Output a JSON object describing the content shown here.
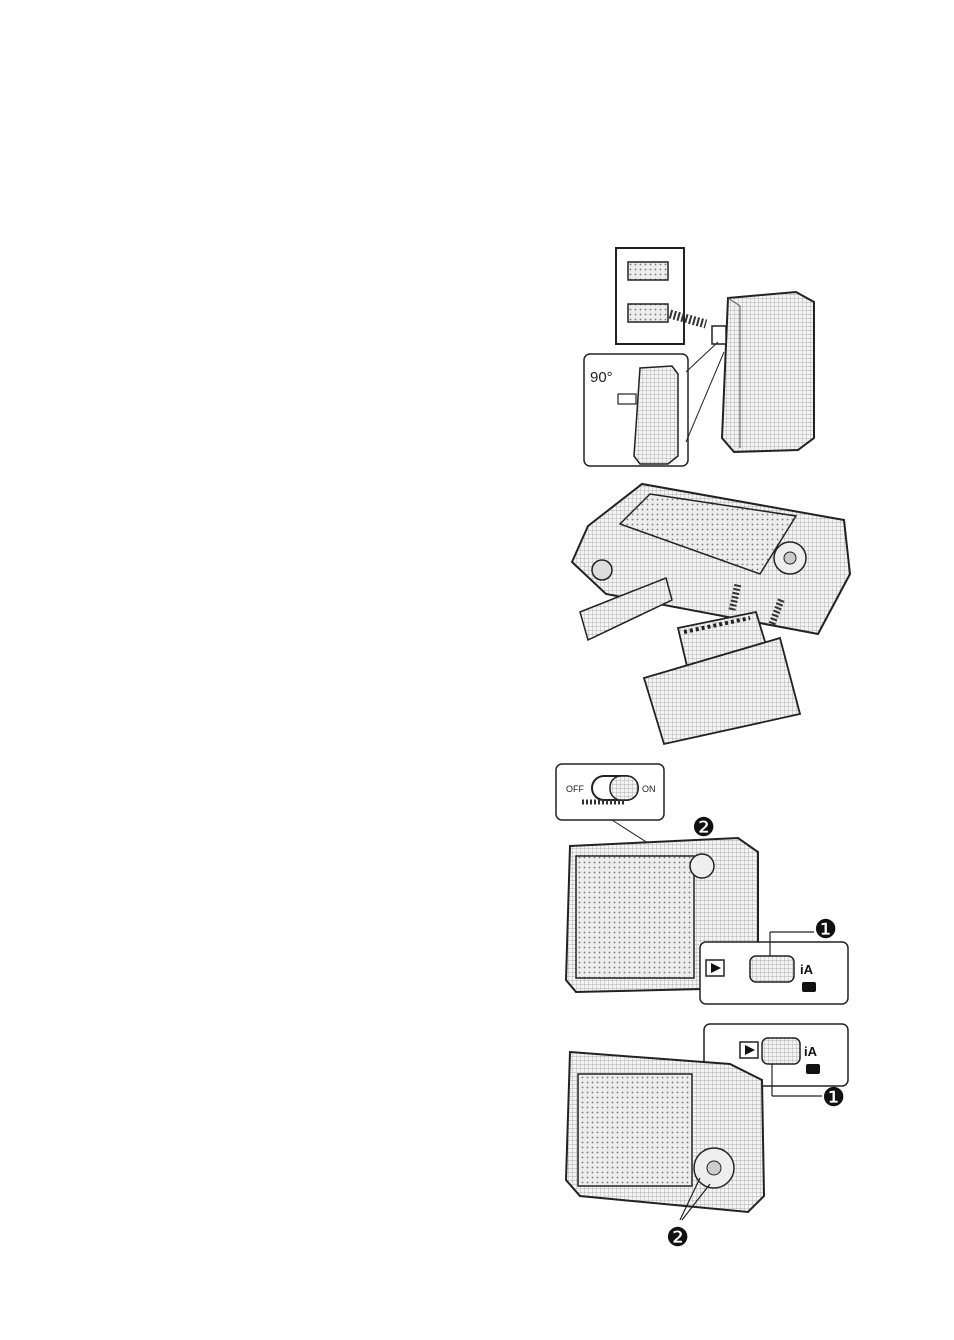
{
  "figures": {
    "charger": {
      "inset_label": "90°"
    },
    "battery_insert": {},
    "power_on": {
      "switch_off_label": "OFF",
      "switch_on_label": "ON",
      "callout_1": "❶",
      "callout_2": "❷",
      "mode_icon_ia": "iA"
    },
    "playback": {
      "callout_1": "❶",
      "callout_2": "❷",
      "mode_icon_ia": "iA"
    }
  },
  "icons": [
    "wall-outlet-icon",
    "charger-icon",
    "camera-icon",
    "battery-icon",
    "play-icon",
    "camera-mode-icon"
  ]
}
